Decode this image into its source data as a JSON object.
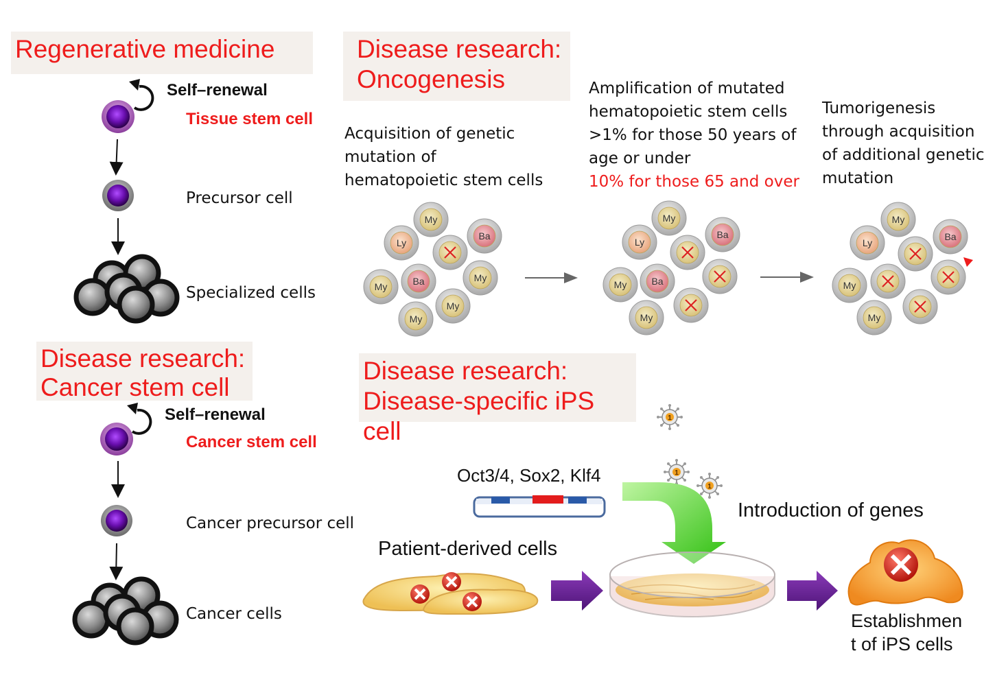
{
  "regen": {
    "title": "Regenerative medicine",
    "self_renewal": "Self–renewal",
    "stem": "Tissue stem cell",
    "precursor": "Precursor cell",
    "specialized": "Specialized cells"
  },
  "cancer": {
    "title": "Disease research:\nCancer stem cell",
    "self_renewal": "Self–renewal",
    "stem": "Cancer stem cell",
    "precursor": "Cancer precursor cell",
    "cells": "Cancer cells"
  },
  "onco": {
    "title": "Disease research:\nOncogenesis",
    "step1": "Acquisition of genetic\nmutation of\nhematopoietic stem cells",
    "step2": "Amplification of mutated\nhematopoietic stem cells\n>1% for those 50 years of\nage or under",
    "step2_red": "10% for those 65 and over",
    "step3": "Tumorigenesis\nthrough acquisition\nof additional genetic\nmutation",
    "cell_labels": {
      "my": "My",
      "ly": "Ly",
      "ba": "Ba"
    }
  },
  "ips": {
    "title": "Disease research:\nDisease-specific iPS cell",
    "genes": "Oct3/4, Sox2, Klf4",
    "introduction": "Introduction of genes",
    "patient": "Patient-derived cells",
    "establish": "Establishmen\nt of iPS cells",
    "virus_label": "1"
  },
  "colors": {
    "red": "#ee1c1c",
    "box_bg": "#f4f0ec",
    "stem_purple": "#6a0fb0",
    "green_arrow": "#3fcc1a",
    "purple_arrow": "#6a2590"
  }
}
